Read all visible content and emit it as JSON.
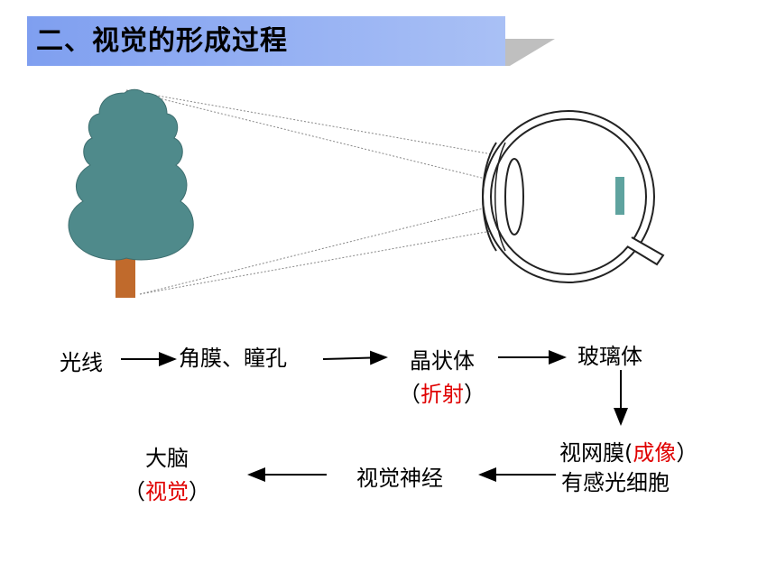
{
  "header": {
    "title": "二、视觉的形成过程"
  },
  "flow": {
    "light": "光线",
    "cornea_pupil": "角膜、瞳孔",
    "lens": "晶状体",
    "lens_note_open": "（",
    "lens_note": "折射",
    "lens_note_close": "）",
    "vitreous": "玻璃体",
    "retina": "视网膜",
    "retina_note_open": "(",
    "retina_note": "成像",
    "retina_note_close": "）",
    "photoreceptor": "有感光细胞",
    "optic_nerve": "视觉神经",
    "brain": "大脑",
    "brain_note_open": "（",
    "brain_note": "视觉",
    "brain_note_close": "）"
  },
  "colors": {
    "highlight": "#e00000",
    "title_band": "#8fb0f0",
    "tree": "#4f8a8b",
    "trunk": "#c06a2c"
  }
}
